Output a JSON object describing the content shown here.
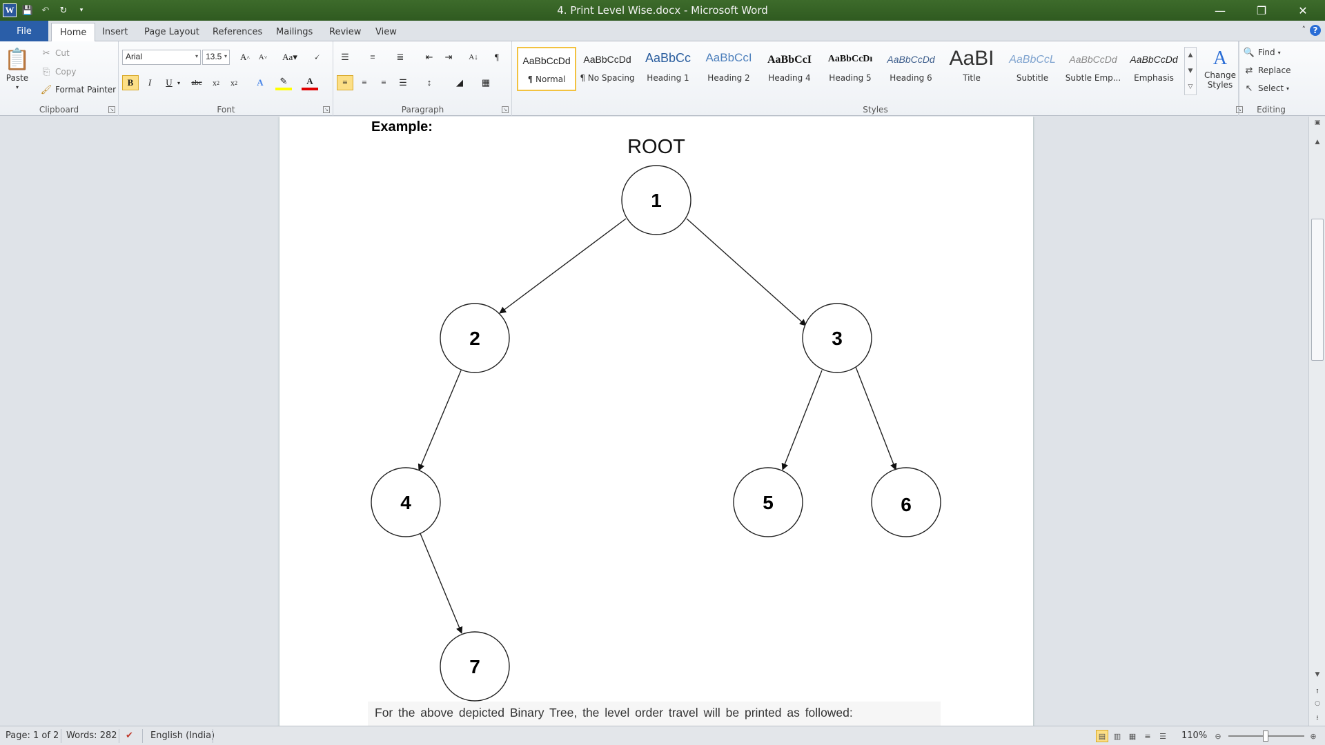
{
  "window": {
    "title": "4. Print Level Wise.docx  -  Microsoft Word",
    "app_icon": "word-icon",
    "minimize_icon": "minimize-icon",
    "restore_icon": "restore-icon",
    "close_icon": "close-icon"
  },
  "ribbon_tabs": [
    "File",
    "Home",
    "Insert",
    "Page Layout",
    "References",
    "Mailings",
    "Review",
    "View"
  ],
  "active_tab": "Home",
  "clipboard": {
    "paste": "Paste",
    "cut": "Cut",
    "copy": "Copy",
    "format_painter": "Format Painter",
    "label": "Clipboard"
  },
  "font": {
    "name": "Arial",
    "size": "13.5",
    "label": "Font"
  },
  "paragraph": {
    "label": "Paragraph"
  },
  "styles": {
    "label": "Styles",
    "items": [
      {
        "preview": "AaBbCcDd",
        "name": "¶ Normal"
      },
      {
        "preview": "AaBbCcDd",
        "name": "¶ No Spacing"
      },
      {
        "preview": "AaBbCc",
        "name": "Heading 1"
      },
      {
        "preview": "AaBbCcI",
        "name": "Heading 2"
      },
      {
        "preview": "AaBbCcI",
        "name": "Heading 4"
      },
      {
        "preview": "AaBbCcDı",
        "name": "Heading 5"
      },
      {
        "preview": "AaBbCcDd",
        "name": "Heading 6"
      },
      {
        "preview": "AaBI",
        "name": "Title"
      },
      {
        "preview": "AaBbCcL",
        "name": "Subtitle"
      },
      {
        "preview": "AaBbCcDd",
        "name": "Subtle Emp..."
      },
      {
        "preview": "AaBbCcDd",
        "name": "Emphasis"
      }
    ],
    "change_styles": "Change Styles"
  },
  "editing": {
    "find": "Find",
    "replace": "Replace",
    "select": "Select",
    "label": "Editing"
  },
  "document": {
    "heading": "Example:",
    "root_label": "ROOT",
    "tree_nodes": [
      "1",
      "2",
      "3",
      "4",
      "5",
      "6",
      "7"
    ],
    "caption": "For the above depicted Binary Tree, the level order travel will be printed as followed:"
  },
  "status_bar": {
    "page": "Page: 1 of 2",
    "words": "Words: 282",
    "language": "English (India)",
    "zoom": "110%"
  }
}
